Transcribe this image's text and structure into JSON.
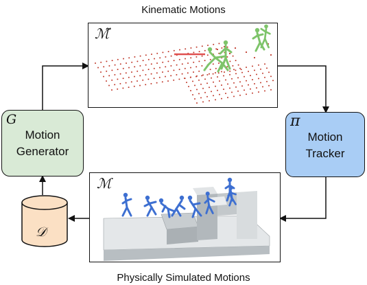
{
  "captions": {
    "top": "Kinematic Motions",
    "bottom": "Physically Simulated Motions"
  },
  "generator": {
    "symbol": "G",
    "line1": "Motion",
    "line2": "Generator",
    "fill": "#d9ead6"
  },
  "tracker": {
    "symbol": "π",
    "line1": "Motion",
    "line2": "Tracker",
    "fill": "#a9cdf5"
  },
  "dataset": {
    "symbol": "𝒟",
    "fill": "#fbe0c4"
  },
  "kinematic_panel": {
    "symbol": "ℳ̃",
    "figure_color": "#7ec46a",
    "point_color": "#c0392b"
  },
  "simulated_panel": {
    "symbol": "ℳ",
    "figure_color": "#3d6fd1",
    "terrain_color": "#c8cdd0"
  }
}
